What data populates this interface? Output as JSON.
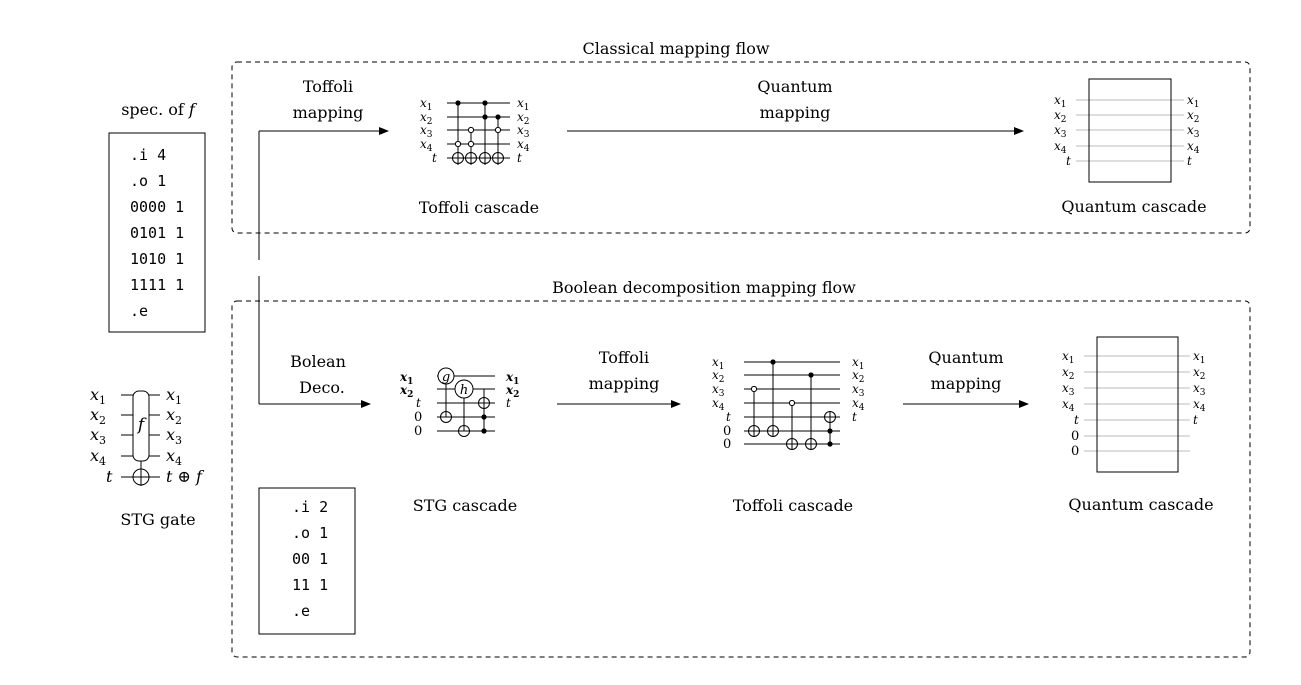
{
  "sections": {
    "classical_title": "Classical mapping flow",
    "boolean_title": "Boolean decomposition mapping flow"
  },
  "spec": {
    "title": "spec. of f",
    "lines": [
      ".i 4",
      ".o 1",
      "0000 1",
      "0101 1",
      "1010 1",
      "1111 1",
      ".e"
    ]
  },
  "stg_gate": {
    "caption": "STG gate",
    "gate_label": "f",
    "inputs": [
      "x1",
      "x2",
      "x3",
      "x4",
      "t"
    ],
    "outputs": [
      "x1",
      "x2",
      "x3",
      "x4",
      "t ⊕ f"
    ]
  },
  "classical": {
    "step1": [
      "Toffoli",
      "mapping"
    ],
    "step2": [
      "Quantum",
      "mapping"
    ],
    "toffoli_caption": "Toffoli cascade",
    "quantum_caption": "Quantum cascade",
    "lines": [
      "x1",
      "x2",
      "x3",
      "x4",
      "t"
    ]
  },
  "boolean": {
    "step1": [
      "Bolean",
      "Deco."
    ],
    "step2": [
      "Toffoli",
      "mapping"
    ],
    "step3": [
      "Quantum",
      "mapping"
    ],
    "stg_caption": "STG cascade",
    "toffoli_caption": "Toffoli cascade",
    "quantum_caption": "Quantum cascade",
    "stg_in": [
      "x1",
      "x2",
      "t",
      "0",
      "0"
    ],
    "stg_out": [
      "x1",
      "x2",
      "t"
    ],
    "stg_gates": [
      "g",
      "h"
    ],
    "tof_in": [
      "x1",
      "x2",
      "x3",
      "x4",
      "t",
      "0",
      "0"
    ],
    "tof_out": [
      "x1",
      "x2",
      "x3",
      "x4",
      "t"
    ],
    "spec_lines": [
      ".i 2",
      ".o 1",
      "00 1",
      "11 1",
      ".e"
    ]
  }
}
